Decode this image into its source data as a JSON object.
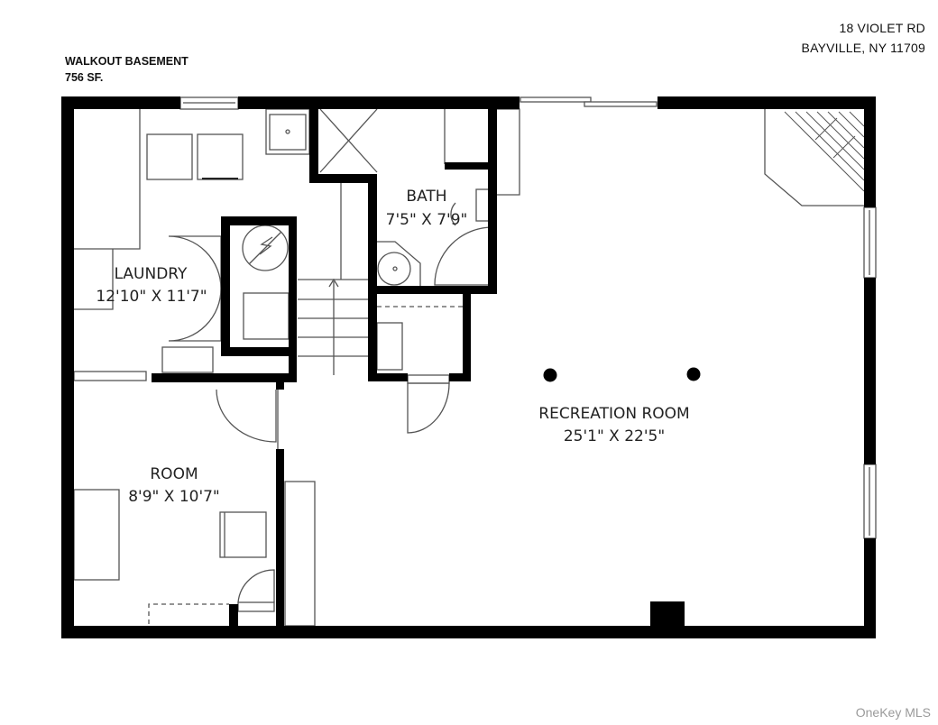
{
  "address": {
    "line1": "18 VIOLET RD",
    "line2": "BAYVILLE, NY 11709"
  },
  "floor": {
    "name": "WALKOUT BASEMENT",
    "area": "756 SF."
  },
  "rooms": [
    {
      "name": "LAUNDRY",
      "dimensions": "12'10\" X 11'7\""
    },
    {
      "name": "BATH",
      "dimensions": "7'5\" X 7'9\""
    },
    {
      "name": "ROOM",
      "dimensions": "8'9\" X 10'7\""
    },
    {
      "name": "RECREATION ROOM",
      "dimensions": "25'1\" X 22'5\""
    }
  ],
  "watermark": "OneKey MLS",
  "colors": {
    "wall": "#000000",
    "fixture_line": "#555555",
    "background": "#ffffff",
    "text": "#222222",
    "watermark": "#9a9a9a"
  }
}
